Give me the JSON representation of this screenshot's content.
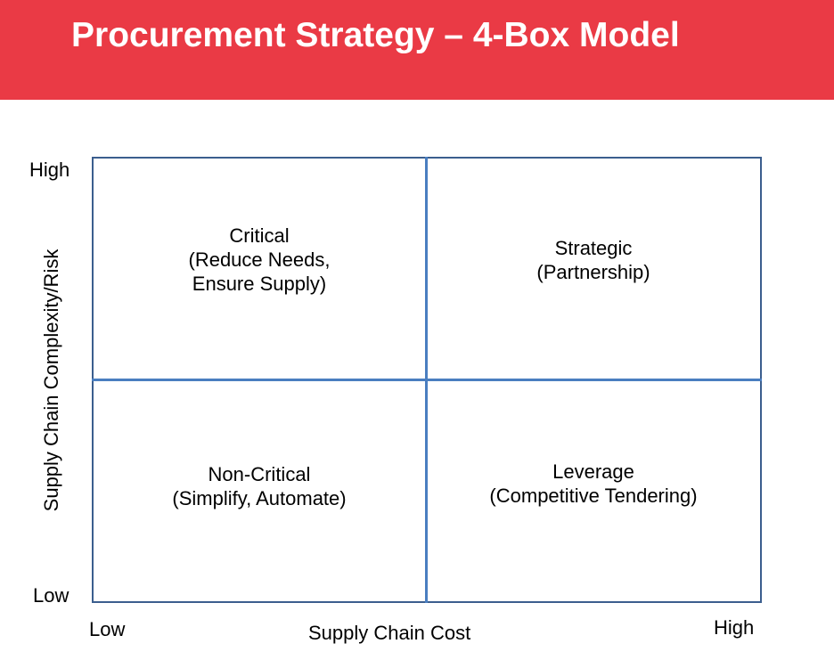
{
  "title": "Procurement Strategy – 4-Box Model",
  "y_axis": {
    "label": "Supply Chain Complexity/Risk",
    "high": "High",
    "low": "Low"
  },
  "x_axis": {
    "label": "Supply Chain Cost",
    "low": "Low",
    "high": "High"
  },
  "quadrants": {
    "top_left": {
      "name": "Critical",
      "desc1": "(Reduce Needs,",
      "desc2": "Ensure Supply)"
    },
    "top_right": {
      "name": "Strategic",
      "desc1": "(Partnership)"
    },
    "bottom_left": {
      "name": "Non-Critical",
      "desc1": "(Simplify, Automate)"
    },
    "bottom_right": {
      "name": "Leverage",
      "desc1": "(Competitive Tendering)"
    }
  },
  "colors": {
    "header": "#EA3A45",
    "border": "#3B5E8E",
    "divider": "#4A7EC0"
  }
}
